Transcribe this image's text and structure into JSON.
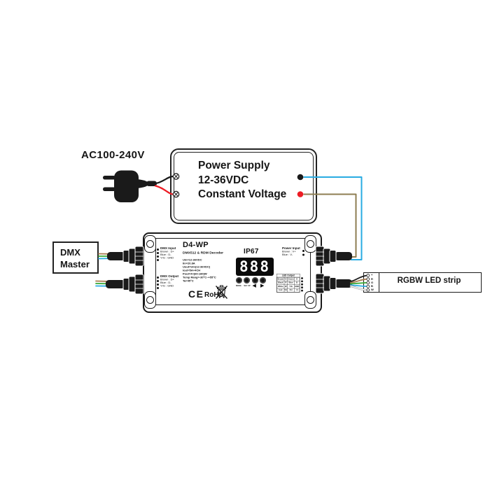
{
  "ac": {
    "label": "AC100-240V"
  },
  "psu": {
    "line1": "Power Supply",
    "line2": "12-36VDC",
    "line3": "Constant Voltage"
  },
  "dmx_master": {
    "line1": "DMX",
    "line2": "Master"
  },
  "device": {
    "model": "D4-WP",
    "subtitle": "DMX512 & RDM Decoder",
    "ip": "IP67",
    "display": "888",
    "specs": [
      "Uin=12-36VDC",
      "Iin=20.8A",
      "Uout=Uin(12-36VDC)",
      "Iout=5A×4CH",
      "Pout=4×(60-180)W",
      "Temp Rang=-30°C~+55°C",
      "Ta=45°C"
    ],
    "dmx_input": {
      "title": "DMX Input",
      "pin1": "Brown : D+",
      "pin2": "Blue : D-",
      "pin3": "Y/G : GND"
    },
    "dmx_output": {
      "title": "DMX Output",
      "pin1": "Brown : D+",
      "pin2": "Blue : D-",
      "pin3": "Y/G : GND"
    },
    "power_input": {
      "title": "Power Input",
      "pin1": "Brown : V+",
      "pin2": "Blue : V-"
    },
    "buttons": {
      "b1": "MODE",
      "b2": "SET UP",
      "b3": "◀",
      "b4": "▶"
    },
    "cert": {
      "ce": "CE",
      "rohs": "RoHS"
    },
    "table": {
      "header": "LED Output",
      "rows": [
        [
          "Brown",
          "V+",
          "Green",
          "G"
        ],
        [
          "Black",
          "R",
          "Blue",
          "B"
        ],
        [
          "White",
          "W",
          "Y/G",
          "GND"
        ],
        [
          "Iout",
          "5A",
          "CH",
          "×4"
        ]
      ]
    }
  },
  "strip": {
    "label": "RGBW LED strip",
    "pins": [
      "+",
      "R",
      "G",
      "B",
      "W"
    ]
  },
  "colors": {
    "blue_wire": "#29abe2",
    "vplus_wire": "#8e7d52",
    "red_wire": "#ed1c24",
    "black": "#1a1a1a",
    "dmx_brown": "#a87b4f",
    "dmx_green": "#39a935"
  }
}
